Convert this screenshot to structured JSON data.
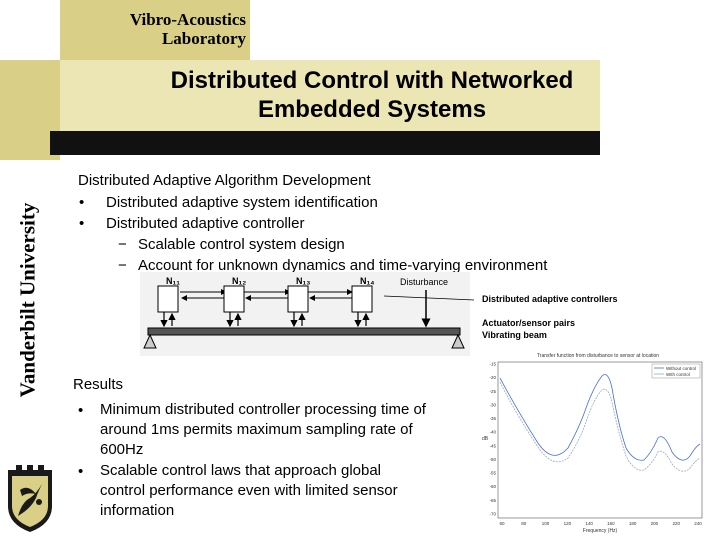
{
  "header": {
    "lab_line1": "Vibro-Acoustics",
    "lab_line2": "Laboratory",
    "title_line1": "Distributed Control with Networked",
    "title_line2": "Embedded Systems",
    "university": "Vanderbilt University"
  },
  "section1": {
    "heading": "Distributed Adaptive Algorithm Development",
    "bullets": [
      "Distributed adaptive system identification",
      "Distributed adaptive controller"
    ],
    "subbullets": [
      "Scalable control system design",
      "Account for unknown dynamics and time-varying environment"
    ]
  },
  "diagram": {
    "nodes": [
      "N₁₁",
      "N₁₂",
      "N₁₃",
      "N₁₄"
    ],
    "disturbance": "Disturbance",
    "legend": [
      "Distributed adaptive controllers",
      "Actuator/sensor pairs",
      "Vibrating beam"
    ]
  },
  "results": {
    "heading": "Results",
    "items": [
      [
        "Minimum distributed controller processing time of",
        "around 1ms permits maximum sampling rate of",
        "600Hz"
      ],
      [
        "Scalable control laws that approach global",
        "control performance even with limited sensor",
        "information"
      ]
    ]
  },
  "graph": {
    "title": "Transfer function from disturbance to sensor at location",
    "legend": [
      "Without control",
      "With control"
    ],
    "xlabel": "Frequency (Hz)",
    "ylabel": "dB",
    "xticks": [
      "60",
      "80",
      "100",
      "120",
      "140",
      "160",
      "180",
      "200",
      "220",
      "240"
    ],
    "yticks": [
      "-15",
      "-20",
      "-25",
      "-30",
      "-35",
      "-40",
      "-45",
      "-50",
      "-55",
      "-60",
      "-65",
      "-70"
    ],
    "colors": {
      "without": "#4a6fd6",
      "with": "#9aa7c8"
    }
  }
}
